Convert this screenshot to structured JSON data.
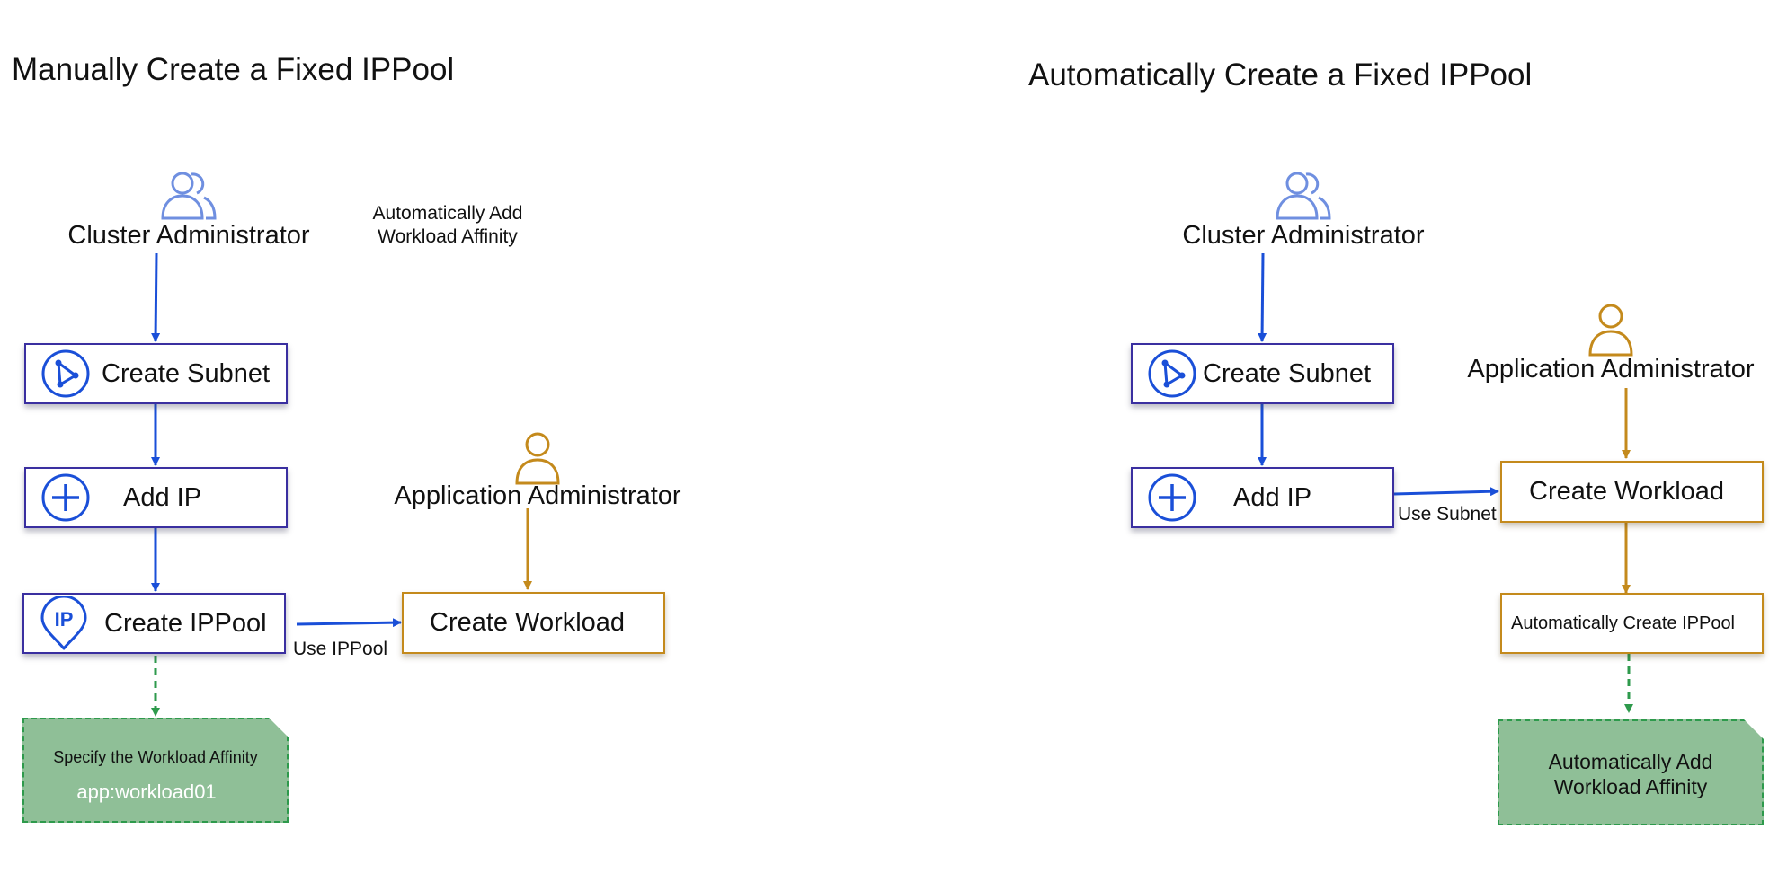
{
  "colors": {
    "flow_blue": "#1a4fd8",
    "flow_gold": "#c48a1c",
    "flow_green": "#2e9a4c",
    "note_fill": "#8fbf97",
    "cluster_icon": "#6f8fe0"
  },
  "left": {
    "title": "Manually Create a Fixed IPPool",
    "cluster_admin": {
      "label": "Cluster Administrator",
      "icon": "users-icon"
    },
    "floating_note": {
      "line1": "Automatically Add",
      "line2": "Workload Affinity"
    },
    "create_subnet": {
      "label": "Create Subnet",
      "icon": "subnet-triangle-icon"
    },
    "add_ip": {
      "label": "Add IP",
      "icon": "plus-circle-icon"
    },
    "create_ippool": {
      "label": "Create IPPool",
      "icon": "ip-pin-icon"
    },
    "use_ippool": "Use IPPool",
    "app_admin": {
      "label": "Application Administrator",
      "icon": "user-icon"
    },
    "create_workload": {
      "label": "Create Workload"
    },
    "affinity_note": {
      "line1": "Specify the Workload Affinity",
      "line2": "app:workload01"
    }
  },
  "right": {
    "title": "Automatically Create a Fixed IPPool",
    "cluster_admin": {
      "label": "Cluster Administrator",
      "icon": "users-icon"
    },
    "create_subnet": {
      "label": "Create Subnet",
      "icon": "subnet-triangle-icon"
    },
    "add_ip": {
      "label": "Add IP",
      "icon": "plus-circle-icon"
    },
    "use_subnet": "Use Subnet",
    "app_admin": {
      "label": "Application Administrator",
      "icon": "user-icon"
    },
    "create_workload": {
      "label": "Create Workload"
    },
    "auto_ippool": {
      "label": "Automatically Create IPPool"
    },
    "affinity_note": {
      "line1": "Automatically Add",
      "line2": "Workload Affinity"
    }
  }
}
